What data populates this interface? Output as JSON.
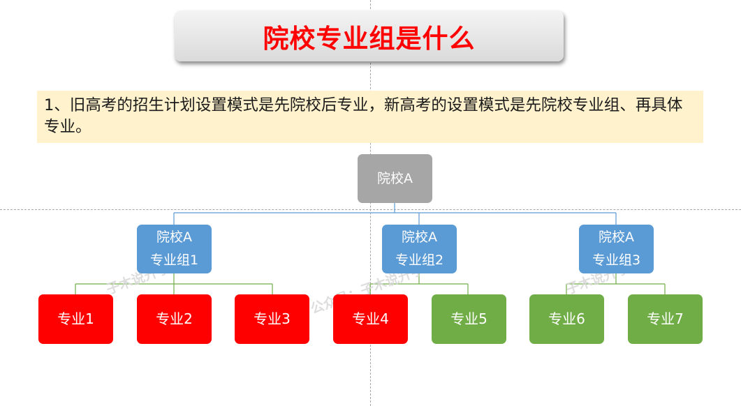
{
  "slide": {
    "title": "院校专业组是什么",
    "note": "1、旧高考的招生计划设置模式是先院校后专业，新高考的设置模式是先院校专业组、再具体专业。"
  },
  "tree": {
    "root": "院校A",
    "groups": [
      {
        "line1": "院校A",
        "line2": "专业组1"
      },
      {
        "line1": "院校A",
        "line2": "专业组2"
      },
      {
        "line1": "院校A",
        "line2": "专业组3"
      }
    ],
    "majors": [
      "专业1",
      "专业2",
      "专业3",
      "专业4",
      "专业5",
      "专业6",
      "专业7"
    ]
  },
  "colors": {
    "title": "#ff0000",
    "root": "#a6a6a6",
    "group": "#5b9bd5",
    "major_red": "#ff0000",
    "major_green": "#70ad47",
    "note_bg": "#fff2cc",
    "blue_line": "#5b9bd5",
    "green_line": "#70ad47"
  },
  "watermark": [
    "子木说升学",
    "公众号：子木说升学",
    "子木说升学"
  ]
}
